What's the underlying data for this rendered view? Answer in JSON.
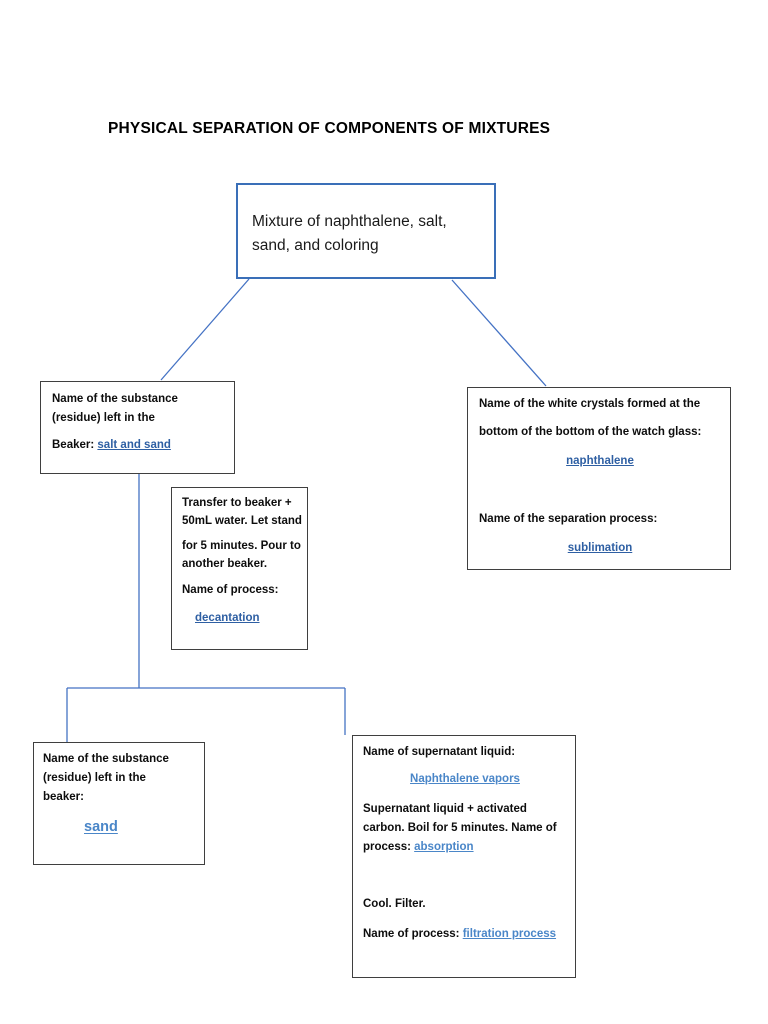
{
  "document": {
    "title": "PHYSICAL SEPARATION OF COMPONENTS OF MIXTURES"
  },
  "colors": {
    "main_box_border": "#3A6FB8",
    "connector_line": "#4472C4",
    "link_dark": "#2E5FA3",
    "link_light": "#4A86C8",
    "box_border": "#3f3f3f",
    "text": "#000000",
    "background": "#ffffff"
  },
  "nodes": {
    "mixture": {
      "line1": "Mixture of naphthalene, salt,",
      "line2": "sand, and coloring"
    },
    "residue_beaker": {
      "line1": "Name of the substance",
      "line2": "(residue) left in the",
      "line3_label": "Beaker:",
      "line3_answer": "salt and sand"
    },
    "white_crystals": {
      "line1": "Name of the white crystals formed at the",
      "line2": "bottom of the bottom of the watch glass:",
      "answer1": "naphthalene",
      "line3": "Name of the separation process:",
      "answer2": "sublimation"
    },
    "decantation": {
      "line1": "Transfer to beaker +",
      "line2": "50mL water. Let stand",
      "line3": "for 5 minutes. Pour to",
      "line4": "another beaker.",
      "line5": "Name of process:",
      "answer": "decantation"
    },
    "sand_residue": {
      "line1": "Name of the substance",
      "line2": "(residue) left in the",
      "line3": "beaker:",
      "answer": "sand"
    },
    "supernatant": {
      "line1": "Name of supernatant liquid:",
      "answer1": "Naphthalene vapors",
      "line2": "Supernatant liquid + activated",
      "line3": "carbon. Boil for 5 minutes. Name of",
      "line4_label": "process:",
      "answer2": "absorption",
      "line5": "Cool. Filter.",
      "line6_label": "Name of process:",
      "answer3": "filtration process"
    }
  }
}
